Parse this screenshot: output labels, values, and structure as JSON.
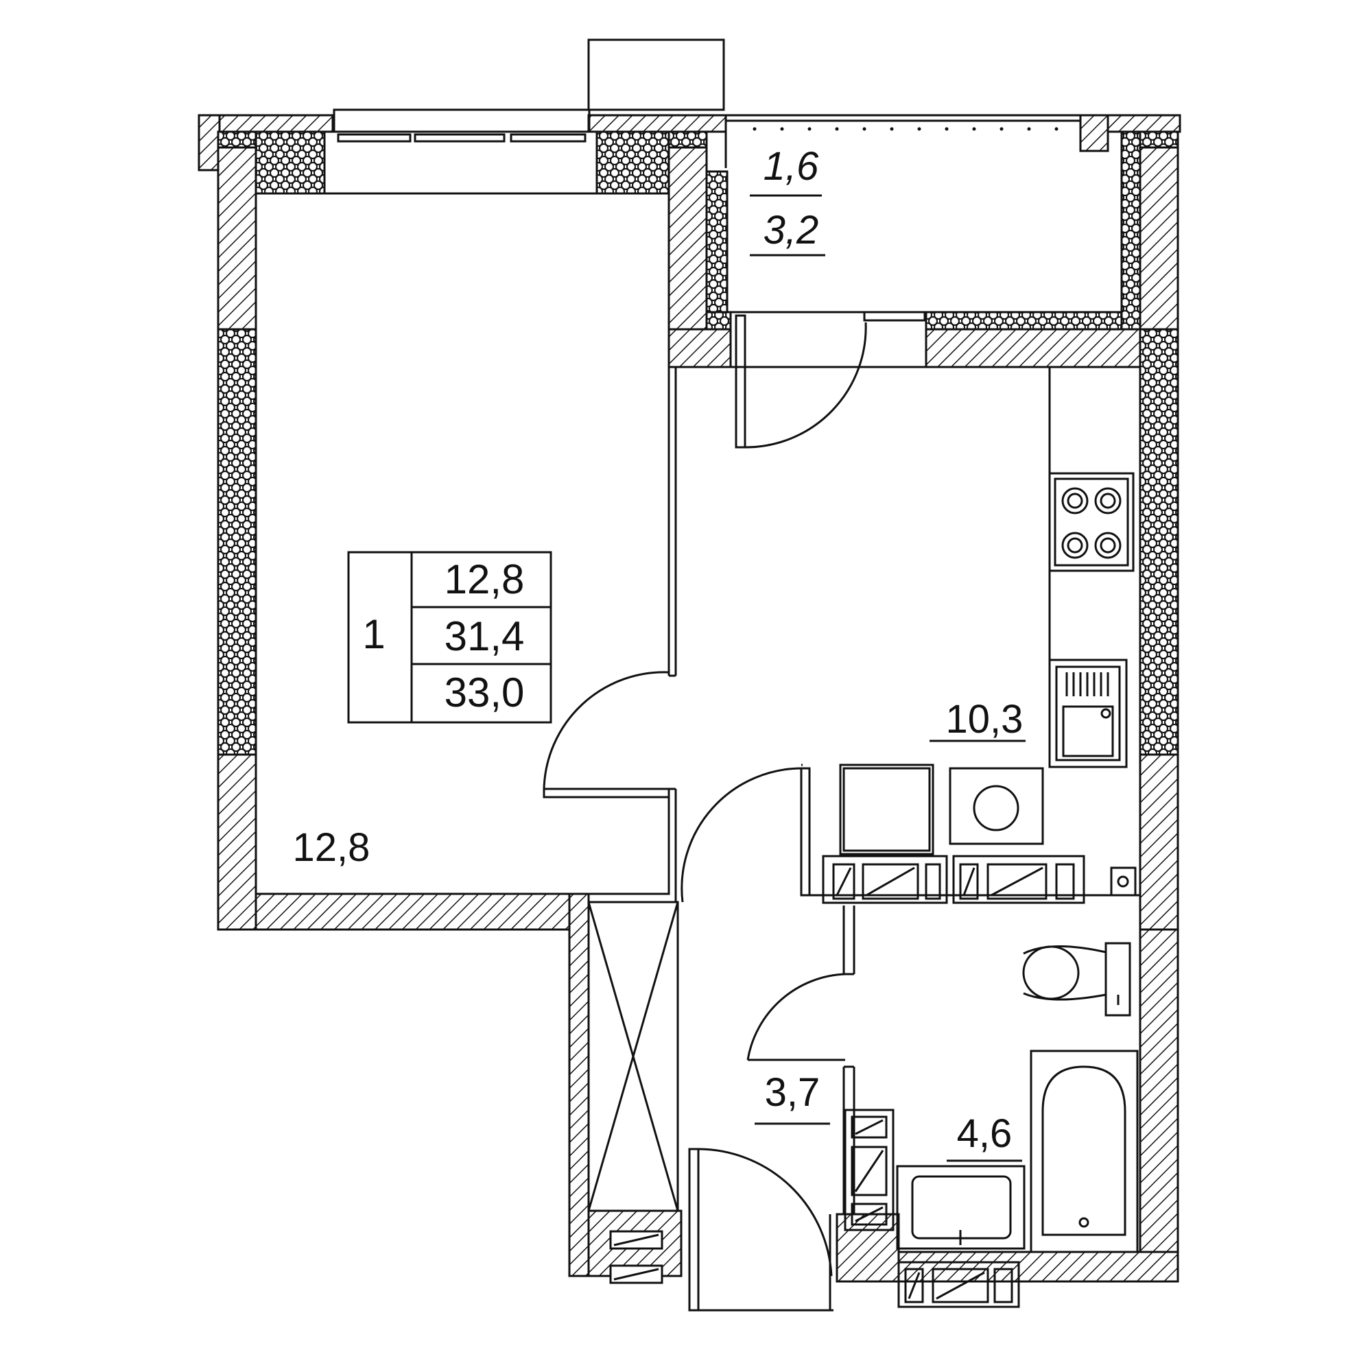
{
  "plan": {
    "apartment": {
      "rooms_count": "1",
      "living_area": "12,8",
      "total_area": "31,4",
      "total_area_with_balcony": "33,0"
    },
    "rooms": {
      "living_room_area": "12,8",
      "kitchen_area": "10,3",
      "hallway_area": "3,7",
      "bathroom_area": "4,6",
      "balcony_area": "1,6",
      "balcony_area_full": "3,2"
    },
    "colors": {
      "line": "#111111",
      "background": "#ffffff"
    }
  }
}
